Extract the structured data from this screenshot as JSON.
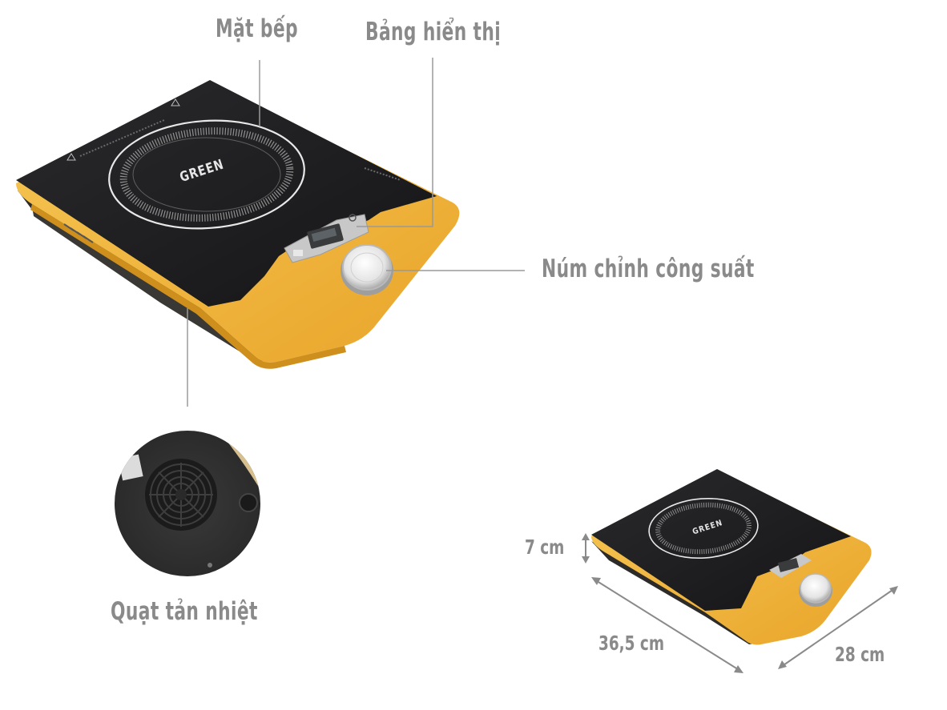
{
  "labels": {
    "cooktop_surface": "Mặt bếp",
    "display_panel": "Bảng hiển thị",
    "power_knob": "Núm chỉnh công suất",
    "cooling_fan": "Quạt tản nhiệt"
  },
  "dimensions": {
    "height": "7 cm",
    "length": "36,5 cm",
    "width": "28 cm"
  },
  "brand_logo": "GREEN",
  "colors": {
    "body_yellow": "#f2b63c",
    "glass_black": "#1f1f21",
    "label_gray": "#8a8a8a"
  }
}
